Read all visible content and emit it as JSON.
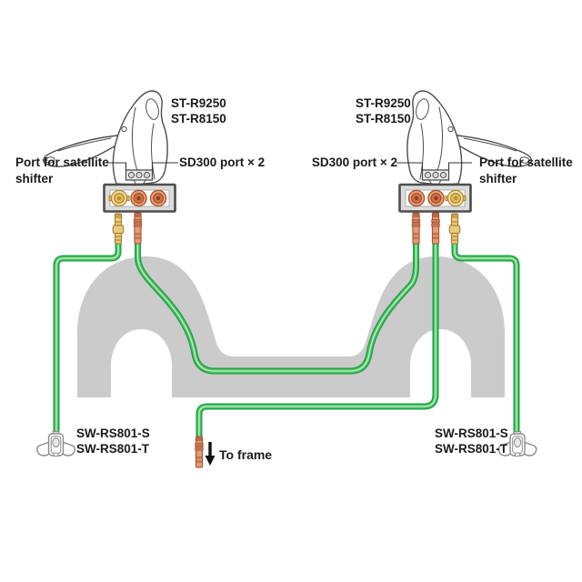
{
  "diagram": {
    "shifters": {
      "left": {
        "models": [
          "ST-R9250",
          "ST-R8150"
        ],
        "satellite_port_label": [
          "Port for satellite",
          "shifter"
        ],
        "sd300_label": "SD300 port × 2"
      },
      "right": {
        "models": [
          "ST-R9250",
          "ST-R8150"
        ],
        "satellite_port_label": [
          "Port for satellite",
          "shifter"
        ],
        "sd300_label": "SD300 port × 2"
      }
    },
    "satellite_shifters": {
      "left": {
        "models": [
          "SW-RS801-S",
          "SW-RS801-T"
        ]
      },
      "right": {
        "models": [
          "SW-RS801-S",
          "SW-RS801-T"
        ]
      }
    },
    "to_frame": {
      "label": "To frame"
    },
    "icons": {
      "left_satellite": "satellite-shifter-icon",
      "right_satellite": "satellite-shifter-icon",
      "to_frame_arrow": "down-arrow-icon"
    },
    "colors": {
      "wire_green": "#3db857",
      "wire_green_dark": "#1d9c44",
      "wire_green_highlight": "#c8f0cf",
      "handlebar_gray": "#cbcbcb",
      "port_yellow": "#e2ba58",
      "port_orange": "#cf6f45",
      "plug_yellow": "#ecca7c",
      "plug_orange": "#e59a74",
      "label_color": "#1a1a1a"
    }
  }
}
